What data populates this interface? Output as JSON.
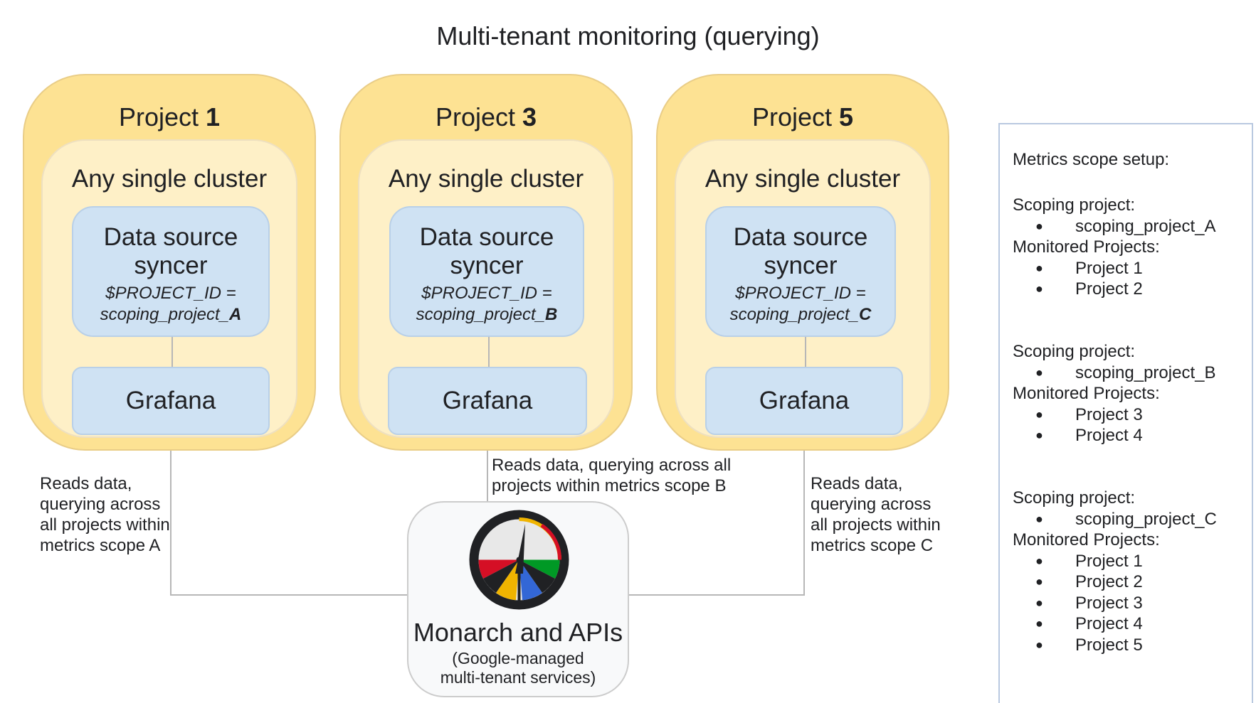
{
  "title": "Multi-tenant monitoring (querying)",
  "projects": [
    {
      "label_prefix": "Project",
      "number": "1",
      "cluster_title": "Any single cluster",
      "syncer_line1": "Data source",
      "syncer_line2": "syncer",
      "var_line1": "$PROJECT_ID =",
      "var_prefix": "scoping_project_",
      "var_suffix": "A",
      "grafana": "Grafana",
      "read_label": "Reads data, querying across all projects within metrics scope A"
    },
    {
      "label_prefix": "Project",
      "number": "3",
      "cluster_title": "Any single cluster",
      "syncer_line1": "Data source",
      "syncer_line2": "syncer",
      "var_line1": "$PROJECT_ID =",
      "var_prefix": "scoping_project_",
      "var_suffix": "B",
      "grafana": "Grafana",
      "read_label": "Reads data, querying across all projects within metrics scope B"
    },
    {
      "label_prefix": "Project",
      "number": "5",
      "cluster_title": "Any single cluster",
      "syncer_line1": "Data source",
      "syncer_line2": "syncer",
      "var_line1": "$PROJECT_ID =",
      "var_prefix": "scoping_project_",
      "var_suffix": "C",
      "grafana": "Grafana",
      "read_label": "Reads data, querying across all projects within metrics scope C"
    }
  ],
  "monarch": {
    "title": "Monarch and APIs",
    "subtitle_line1": "(Google-managed",
    "subtitle_line2": "multi-tenant services)",
    "logo_icon": "monarch-gauge-icon",
    "colors": {
      "red": "#d50f25",
      "yellow": "#f0b400",
      "blue": "#3367d6",
      "green": "#009925",
      "dial": "#e8e8e8",
      "ring": "#202124"
    }
  },
  "scope_setup": {
    "title": "Metrics scope setup:",
    "scoping_label": "Scoping project:",
    "monitored_label": "Monitored Projects:",
    "scopes": [
      {
        "scoping_project": "scoping_project_A",
        "monitored": [
          "Project 1",
          "Project 2"
        ]
      },
      {
        "scoping_project": "scoping_project_B",
        "monitored": [
          "Project 3",
          "Project 4"
        ]
      },
      {
        "scoping_project": "scoping_project_C",
        "monitored": [
          "Project 1",
          "Project 2",
          "Project 3",
          "Project 4",
          "Project 5"
        ]
      }
    ]
  },
  "colors": {
    "project_fill": "#fde293",
    "cluster_fill": "#fef0c7",
    "component_fill": "#cfe2f3",
    "connector": "#b7b7b7"
  }
}
